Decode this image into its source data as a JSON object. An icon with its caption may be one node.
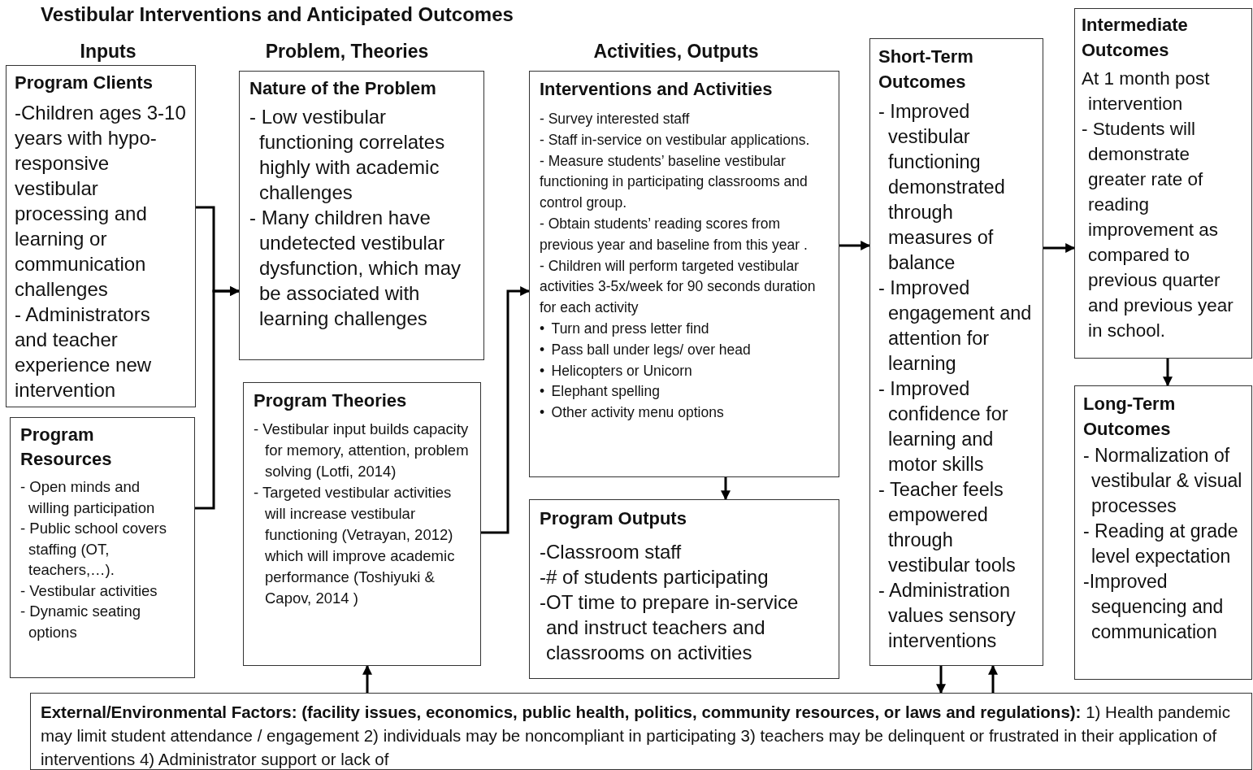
{
  "diagram": {
    "title": "Vestibular Interventions and Anticipated Outcomes",
    "nodes": [
      {
        "text": [
          "Program Clients",
          "-Children ages 3-10 years with hypo-responsive vestibular processing and learning or communication challenges",
          "- Administrators and teacher experience new intervention"
        ]
      },
      {
        "text": [
          "Program Resources",
          "- Open minds and willing participation",
          "- Public school covers staffing (OT, teachers,…).",
          "- Vestibular activities",
          "- Dynamic seating options"
        ]
      },
      {
        "text": [
          "Nature of the Problem",
          "- Low vestibular functioning correlates highly with academic challenges",
          "- Many children have undetected vestibular dysfunction, which may be associated with learning challenges"
        ]
      },
      {
        "text": [
          "Program Theories",
          "- Vestibular input builds capacity for memory, attention, problem solving (Lotfi, 2014)",
          "- Targeted vestibular activities will increase vestibular functioning (Vetrayan, 2012) which will improve academic performance (Toshiyuki & Capov, 2014 )"
        ]
      },
      {
        "text": [
          "Interventions and Activities",
          "- Survey interested staff",
          "- Staff in-service on vestibular applications.",
          "- Measure students’ baseline vestibular functioning in participating classrooms and control group.",
          "- Obtain students’ reading scores from previous year and baseline from this year .",
          "- Children will perform targeted vestibular activities 3-5x/week for 90 seconds duration for each activity",
          "•\tTurn and press letter find",
          "•\tPass ball under legs/ over head",
          "•\tHelicopters or Unicorn",
          "•\tElephant spelling",
          "•\tOther activity menu options"
        ]
      },
      {
        "text": [
          "Program Outputs",
          "-Classroom staff",
          "-# of students participating",
          "-OT time to prepare in-service and instruct teachers and classrooms on activities"
        ]
      },
      {
        "text": [
          "Short-Term Outcomes",
          "- Improved vestibular functioning demonstrated through measures of balance",
          "- Improved engagement and attention for learning",
          "- Improved confidence for learning and motor skills",
          "- Teacher feels empowered through vestibular tools",
          "- Administration values sensory interventions"
        ]
      },
      {
        "text": [
          "Intermediate Outcomes",
          "At 1 month post intervention",
          "- Students will demonstrate greater rate of reading improvement as compared to previous quarter and previous year in school."
        ]
      },
      {
        "text": [
          "Long-Term Outcomes",
          "- Normalization of vestibular & visual processes",
          "- Reading at grade level expectation",
          "-Improved sequencing and communication"
        ]
      },
      {
        "text": [
          "**External/Environmental Factors: (facility issues, economics, public health, politics, community resources, or laws and regulations):** 1) Health pandemic may limit student attendance / engagement 2) individuals may be noncompliant in participating 3) teachers may be delinquent or frustrated in their application of interventions 4) Administrator support or lack of"
        ]
      }
    ],
    "edges": [
      {
        "from": 0,
        "to": 2,
        "arrow": "to"
      },
      {
        "from": 1,
        "to": 2,
        "arrow": "to"
      },
      {
        "from": 3,
        "to": 4,
        "arrow": "to"
      },
      {
        "from": 4,
        "to": 5,
        "arrow": "to"
      },
      {
        "from": 4,
        "to": 6,
        "arrow": "to"
      },
      {
        "from": 6,
        "to": 7,
        "arrow": "to"
      },
      {
        "from": 7,
        "to": 8,
        "arrow": "to"
      },
      {
        "from": 9,
        "to": 3,
        "arrow": "to"
      },
      {
        "from": 6,
        "to": 9,
        "arrow": "to"
      },
      {
        "from": 9,
        "to": 6,
        "arrow": "to"
      }
    ],
    "labels": [
      "Inputs",
      "Problem, Theories",
      "Activities, Outputs"
    ]
  }
}
